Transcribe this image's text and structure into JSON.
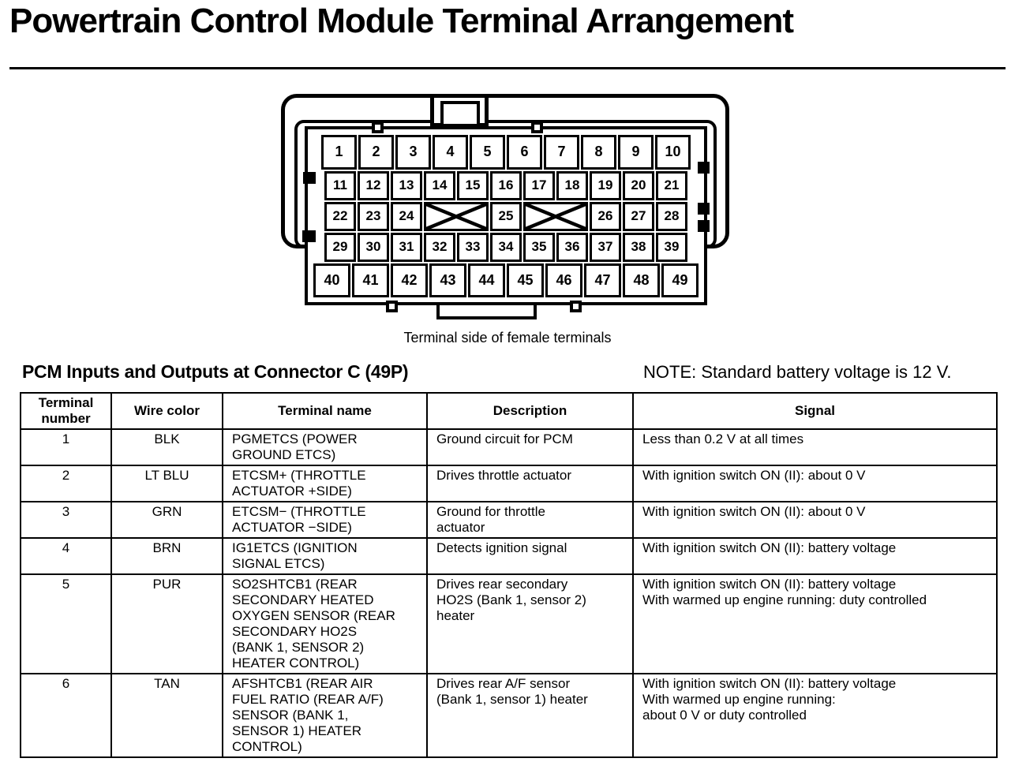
{
  "page": {
    "title": "Powertrain Control Module Terminal Arrangement"
  },
  "diagram": {
    "caption": "Terminal side of female terminals",
    "rows": [
      [
        "1",
        "2",
        "3",
        "4",
        "5",
        "6",
        "7",
        "8",
        "9",
        "10"
      ],
      [
        "11",
        "12",
        "13",
        "14",
        "15",
        "16",
        "17",
        "18",
        "19",
        "20",
        "21"
      ],
      [
        "22",
        "23",
        "24",
        "X",
        "25",
        "X",
        "26",
        "27",
        "28"
      ],
      [
        "29",
        "30",
        "31",
        "32",
        "33",
        "34",
        "35",
        "36",
        "37",
        "38",
        "39"
      ],
      [
        "40",
        "41",
        "42",
        "43",
        "44",
        "45",
        "46",
        "47",
        "48",
        "49"
      ]
    ]
  },
  "section": {
    "heading": "PCM Inputs and Outputs at Connector C (49P)",
    "note": "NOTE: Standard battery voltage is 12 V."
  },
  "table": {
    "headers": [
      "Terminal\nnumber",
      "Wire color",
      "Terminal name",
      "Description",
      "Signal"
    ],
    "rows": [
      {
        "terminal": "1",
        "wire_color": "BLK",
        "terminal_name": "PGMETCS (POWER\nGROUND ETCS)",
        "description": "Ground circuit for PCM",
        "signal": "Less than 0.2 V at all times"
      },
      {
        "terminal": "2",
        "wire_color": "LT BLU",
        "terminal_name": "ETCSM+ (THROTTLE\nACTUATOR +SIDE)",
        "description": "Drives throttle actuator",
        "signal": "With ignition switch ON (II): about 0 V"
      },
      {
        "terminal": "3",
        "wire_color": "GRN",
        "terminal_name": "ETCSM− (THROTTLE\nACTUATOR −SIDE)",
        "description": "Ground for throttle\nactuator",
        "signal": "With ignition switch ON (II): about 0 V"
      },
      {
        "terminal": "4",
        "wire_color": "BRN",
        "terminal_name": "IG1ETCS (IGNITION\nSIGNAL ETCS)",
        "description": "Detects ignition signal",
        "signal": "With ignition switch ON (II): battery voltage"
      },
      {
        "terminal": "5",
        "wire_color": "PUR",
        "terminal_name": "SO2SHTCB1 (REAR\nSECONDARY HEATED\nOXYGEN SENSOR (REAR\nSECONDARY HO2S\n(BANK 1, SENSOR 2)\nHEATER CONTROL)",
        "description": "Drives rear secondary\nHO2S (Bank 1, sensor 2)\nheater",
        "signal": "With ignition switch ON (II): battery voltage\nWith warmed up engine running: duty controlled"
      },
      {
        "terminal": "6",
        "wire_color": "TAN",
        "terminal_name": "AFSHTCB1 (REAR AIR\nFUEL RATIO (REAR A/F)\nSENSOR (BANK 1,\nSENSOR 1) HEATER\nCONTROL)",
        "description": "Drives rear A/F sensor\n(Bank 1, sensor 1) heater",
        "signal": "With ignition switch ON (II): battery voltage\nWith warmed up engine running:\nabout 0 V or duty controlled"
      }
    ]
  },
  "colors": {
    "ink": "#000000",
    "paper": "#ffffff"
  }
}
